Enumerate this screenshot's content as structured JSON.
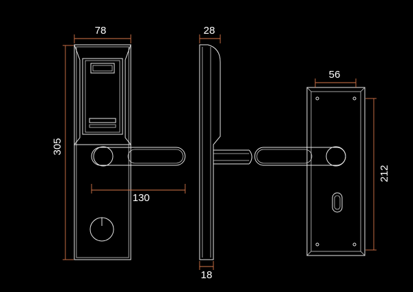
{
  "colors": {
    "background": "#000000",
    "outline": "#e8e8e8",
    "dimension_line": "#d9774a",
    "text": "#ffffff"
  },
  "dimensions": {
    "front_width": "78",
    "front_height": "305",
    "handle_length": "130",
    "side_depth_top": "28",
    "side_depth_bottom": "18",
    "back_width": "56",
    "back_height": "212"
  }
}
